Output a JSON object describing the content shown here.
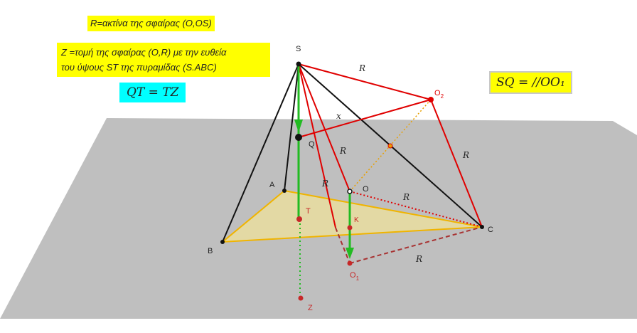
{
  "notes": {
    "radius_def": "R=ακτίνα της σφαίρας (Ο,ΟS)",
    "z_def_line1": "Ζ =τομή της σφαίρας (Ο,R) με την ευθεία",
    "z_def_line2": "του ύψους ST της πυραμίδας (S.ABC)",
    "qt_eq": "QT = TZ",
    "sq_eq": "SQ = //OO₁"
  },
  "points": {
    "S": "S",
    "Q": "Q",
    "A": "A",
    "B": "B",
    "C": "C",
    "O": "O",
    "T": "T",
    "K": "K",
    "Z": "Z",
    "O1": "O",
    "O1_sub": "1",
    "O2": "O",
    "O2_sub": "2"
  },
  "segment_labels": {
    "R_top": "R",
    "x": "x",
    "R_SO": "R",
    "R_O2C": "R",
    "R_left": "R",
    "R_OC": "R",
    "R_O1C": "R"
  },
  "colors": {
    "plane": "#bfbfbf",
    "base_fill": "#e3d9a4",
    "base_edge": "#f0b400",
    "red": "#e00000",
    "dark_red": "#a83232",
    "green": "#22bb22",
    "orange": "#e8a000"
  }
}
